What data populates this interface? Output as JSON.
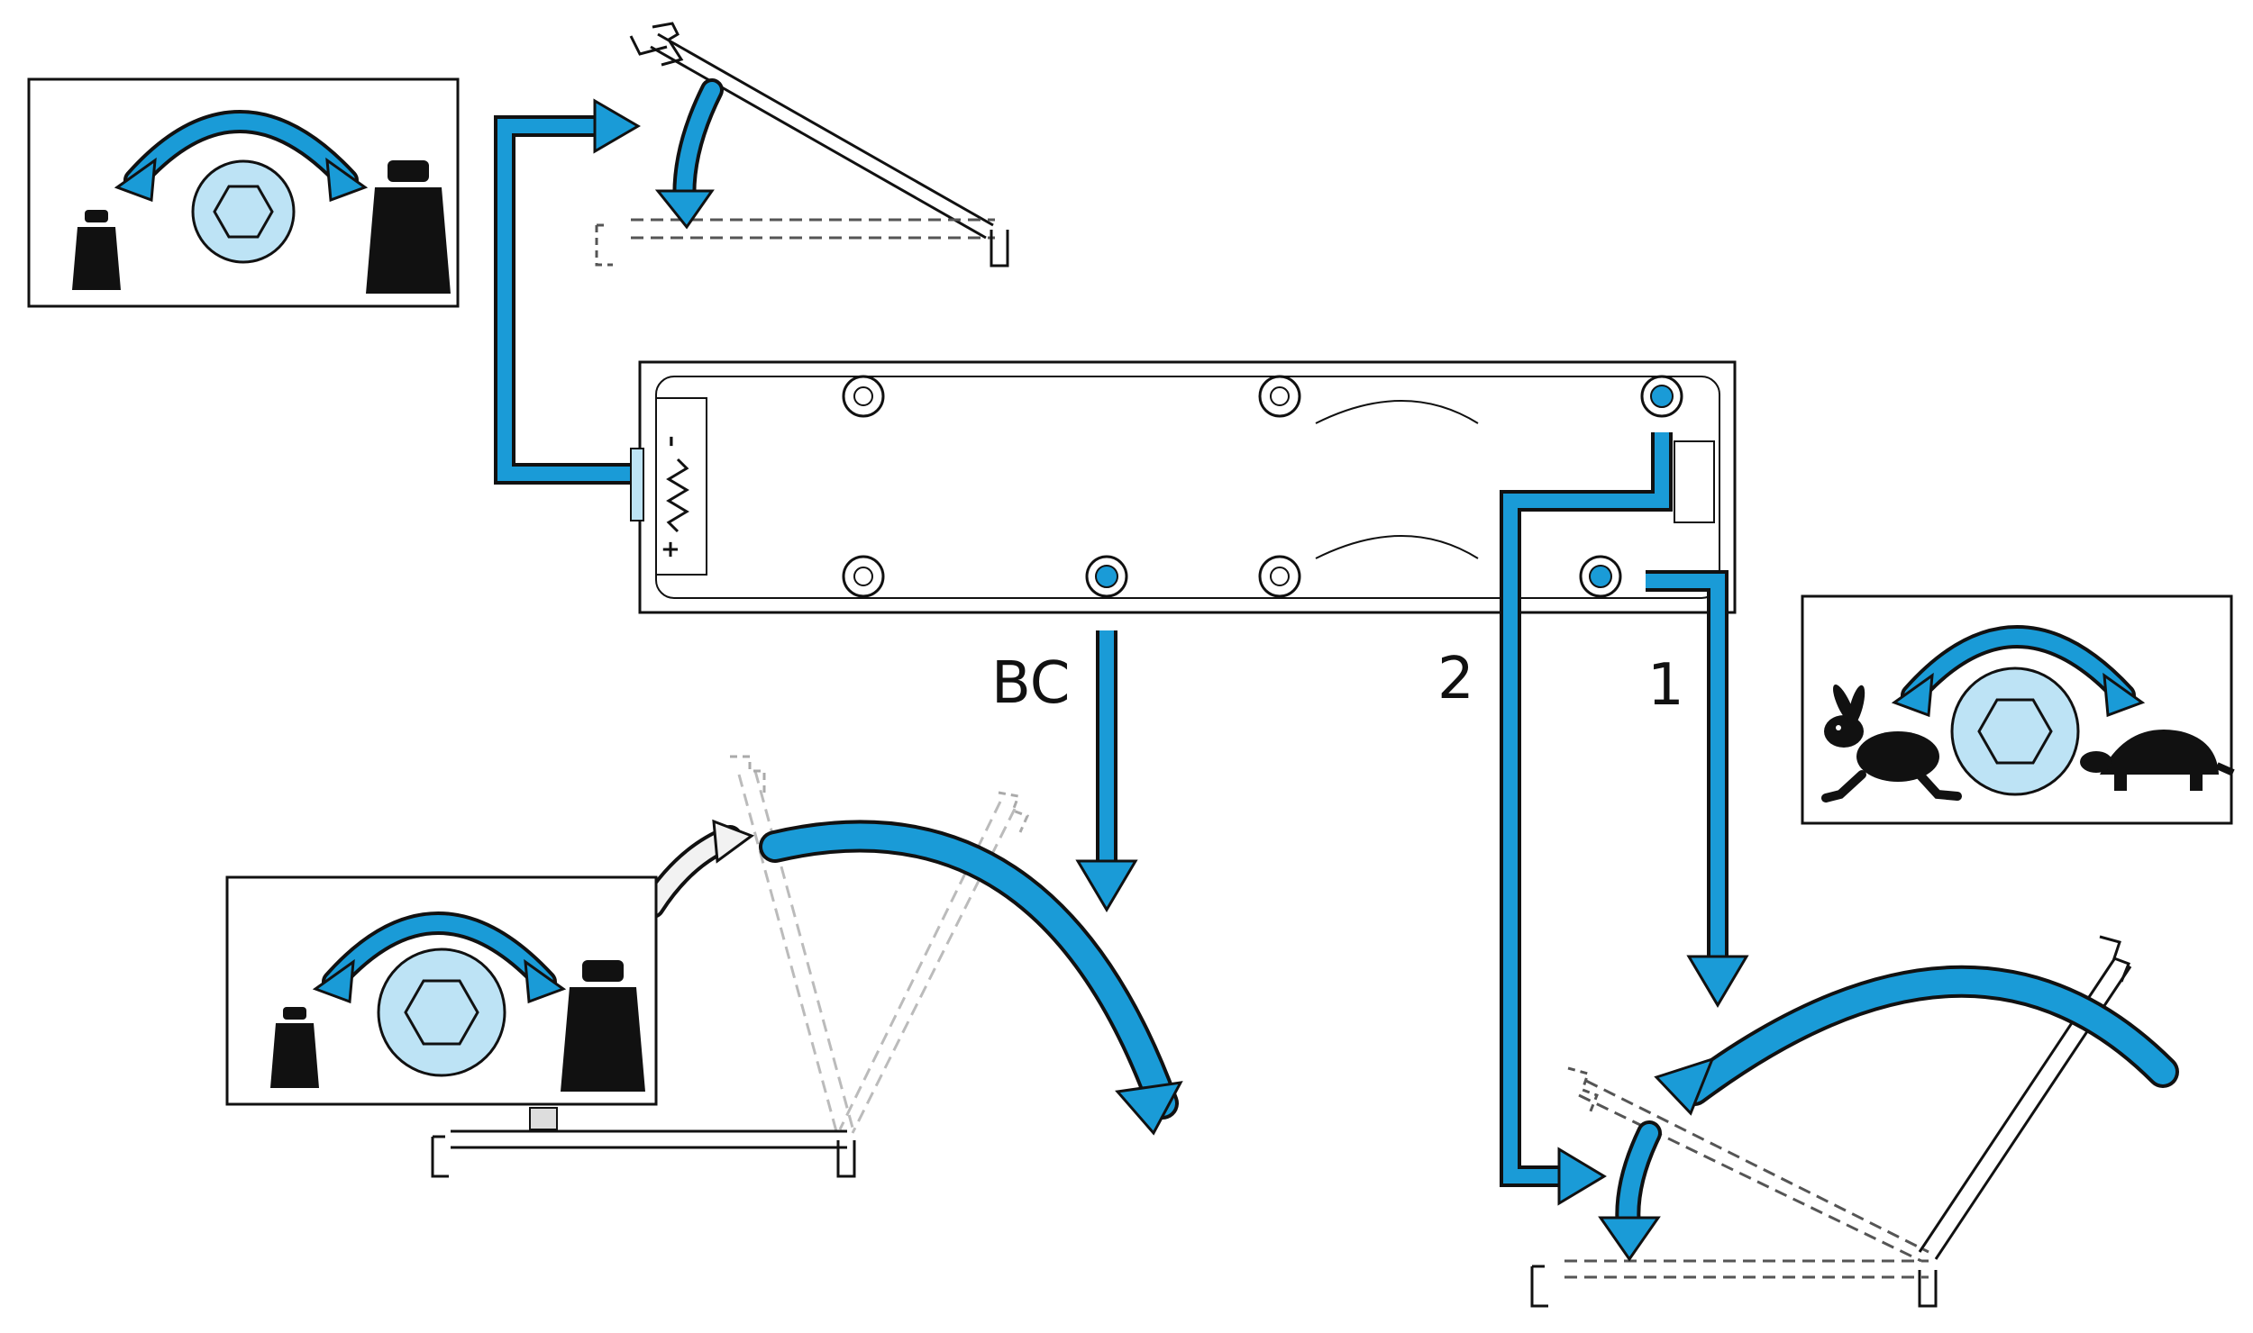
{
  "labels": {
    "bc": "BC",
    "valve_2": "2",
    "valve_1": "1",
    "spring_plus": "+",
    "spring_minus": "–"
  },
  "icons": {
    "closing_force_panel_top": [
      "small-weight-icon",
      "hex-adjuster-icon",
      "large-weight-icon"
    ],
    "backcheck_panel": [
      "small-weight-icon",
      "hex-adjuster-icon",
      "large-weight-icon"
    ],
    "speed_panel": [
      "rabbit-icon",
      "hex-adjuster-icon",
      "turtle-icon"
    ],
    "spring_symbol": "spring-icon"
  },
  "colors": {
    "accent_blue": "#1a9bd7",
    "hex_fill": "#bde3f5",
    "line": "#111111",
    "dashed_door": "#555555"
  }
}
